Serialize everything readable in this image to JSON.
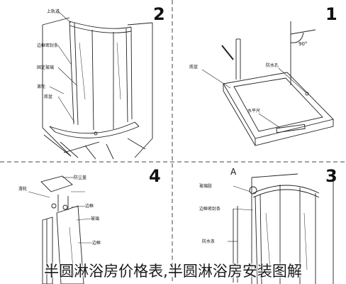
{
  "panels": [
    {
      "id": "step-2",
      "number": "2",
      "labels": [
        "上轨道",
        "边框密封条",
        "固定玻璃",
        "滚轮",
        "底盆"
      ]
    },
    {
      "id": "step-1",
      "number": "1",
      "angle": "90°",
      "labels": [
        "底盆",
        "防水孔",
        "水平尺"
      ]
    },
    {
      "id": "step-4",
      "number": "4",
      "labels": [
        "防尘盖",
        "滑轮",
        "边框",
        "玻璃",
        "边框"
      ]
    },
    {
      "id": "step-3",
      "number": "3",
      "marker": "A",
      "labels": [
        "玻璃胶",
        "边框密封条",
        "防水条"
      ]
    }
  ],
  "caption": "半圆淋浴房价格表,半圆淋浴房安装图解"
}
